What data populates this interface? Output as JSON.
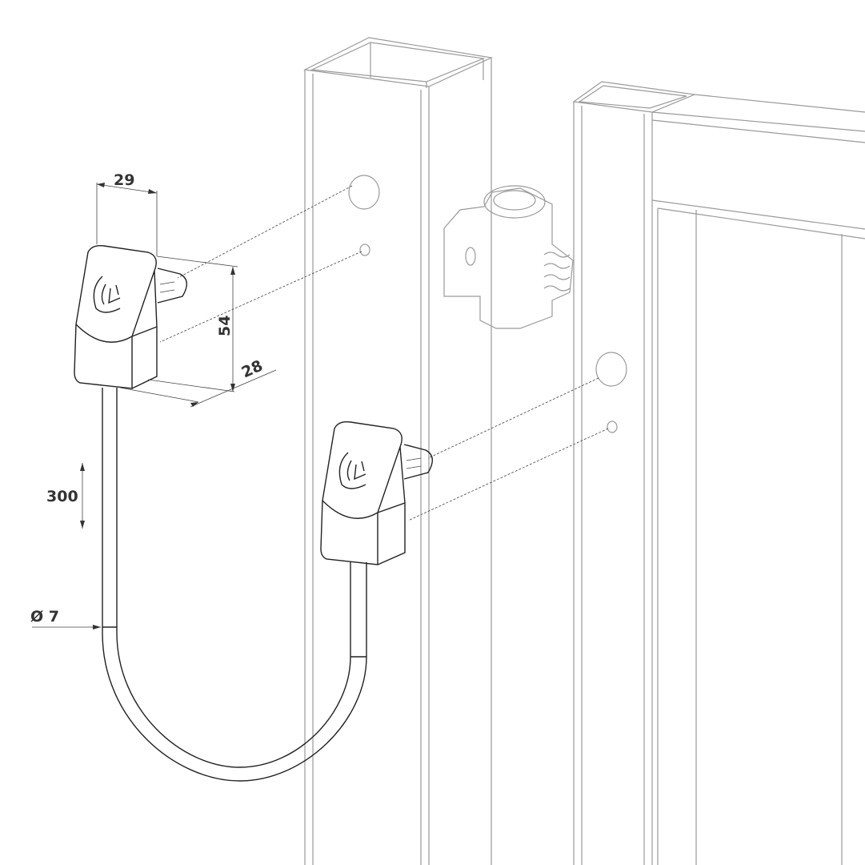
{
  "dimensions": {
    "width": "29",
    "height": "54",
    "depth": "28",
    "cable_length": "300",
    "cable_diameter": "Ø 7"
  },
  "colors": {
    "line": "#9a9a9a",
    "part": "#222222",
    "text": "#333333"
  }
}
